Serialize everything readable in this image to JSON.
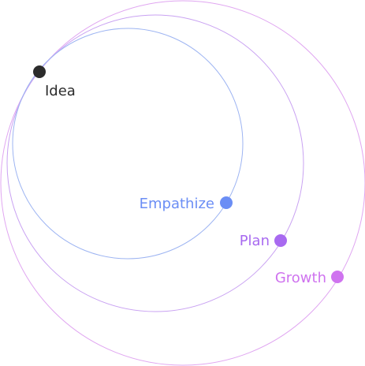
{
  "diagram": {
    "origin": {
      "label": "Idea",
      "color": "#2b2b2b"
    },
    "stages": [
      {
        "label": "Empathize",
        "color": "#6b8ef5",
        "ring_color": "#9db4f2"
      },
      {
        "label": "Plan",
        "color": "#a86af0",
        "ring_color": "#c9a2f2"
      },
      {
        "label": "Growth",
        "color": "#cf73ef",
        "ring_color": "#e0a6f1"
      }
    ]
  }
}
